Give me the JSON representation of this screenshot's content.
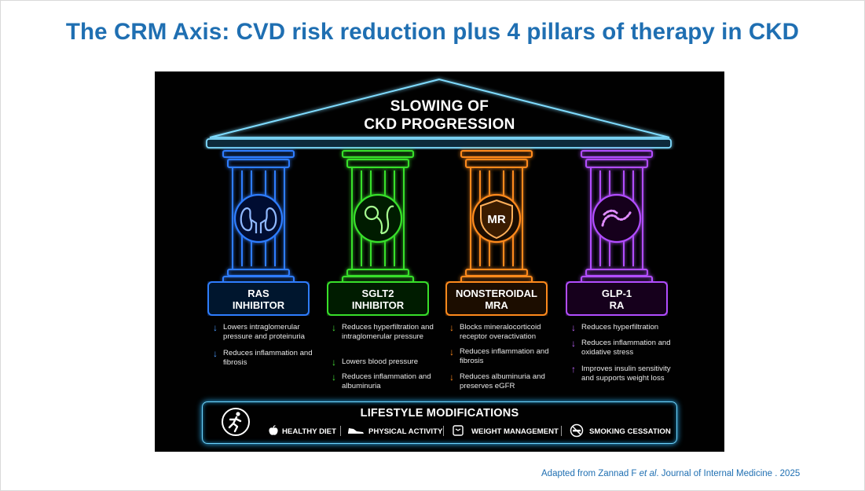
{
  "title": "The CRM Axis: CVD risk reduction plus 4 pillars of therapy in CKD",
  "roof": {
    "line1": "SLOWING OF",
    "line2": "CKD PROGRESSION"
  },
  "pillars": [
    {
      "line1": "RAS",
      "line2": "INHIBITOR",
      "color": "#2e7dff",
      "icon": "kidney-icon",
      "bullets": [
        {
          "arrow": "↓",
          "text": "Lowers intraglomerular pressure and proteinuria"
        },
        {
          "arrow": "↓",
          "text": "Reduces inflammation and fibrosis"
        }
      ]
    },
    {
      "line1": "SGLT2",
      "line2": "INHIBITOR",
      "color": "#39e02c",
      "icon": "kidney-tubule-icon",
      "bullets": [
        {
          "arrow": "↓",
          "text": "Reduces hyperfiltration and intraglomerular pressure"
        },
        {
          "arrow": "↓",
          "text": "Lowers blood pressure"
        },
        {
          "arrow": "↓",
          "text": "Reduces inflammation and albuminuria"
        }
      ]
    },
    {
      "line1": "NONSTEROIDAL",
      "line2": "MRA",
      "color": "#ff8a1e",
      "icon": "shield-icon",
      "icon_text": "MR",
      "bullets": [
        {
          "arrow": "↓",
          "text": "Blocks mineralocorticoid receptor overactivation"
        },
        {
          "arrow": "↓",
          "text": "Reduces inflammation and fibrosis"
        },
        {
          "arrow": "↓",
          "text": "Reduces albuminuria and preserves eGFR"
        }
      ]
    },
    {
      "line1": "GLP-1",
      "line2": "RA",
      "color": "#b24dff",
      "icon": "peptide-chain-icon",
      "bullets": [
        {
          "arrow": "↓",
          "text": "Reduces hyperfiltration"
        },
        {
          "arrow": "↓",
          "text": "Reduces inflammation and oxidative stress"
        },
        {
          "arrow": "↑",
          "text": "Improves insulin sensitivity and supports weight loss"
        }
      ]
    }
  ],
  "lifestyle": {
    "title": "LIFESTYLE MODIFICATIONS",
    "icon": "runner-icon",
    "items": [
      {
        "label": "HEALTHY DIET",
        "icon": "apple-icon"
      },
      {
        "label": "PHYSICAL ACTIVITY",
        "icon": "sneaker-icon"
      },
      {
        "label": "WEIGHT MANAGEMENT",
        "icon": "scale-icon"
      },
      {
        "label": "SMOKING CESSATION",
        "icon": "no-smoking-icon"
      }
    ]
  },
  "source": {
    "prefix": "Adapted from Zannad F ",
    "etal": "et al",
    "suffix": ". Journal of Internal Medicine . 2025"
  }
}
